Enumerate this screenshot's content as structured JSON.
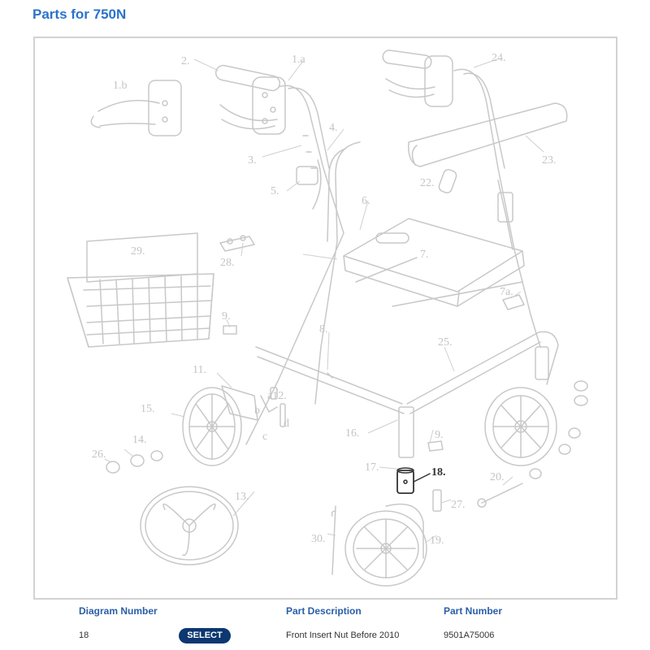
{
  "page": {
    "title": "Parts for 750N"
  },
  "diagram": {
    "labels": {
      "p1a": "1.a",
      "p1b": "1.b",
      "p2": "2.",
      "p24": "24.",
      "p3": "3.",
      "p4": "4.",
      "p5": "5.",
      "p22": "22.",
      "p23": "23.",
      "p6": "6.",
      "p7": "7.",
      "p29": "29.",
      "p28": "28.",
      "p7a": "7a.",
      "p9a": "9.",
      "p8": "8.",
      "p25": "25.",
      "p11": "11.",
      "p11a": "a12.",
      "p11b": "b",
      "p11d": "d",
      "p11c": "c",
      "p15": "15.",
      "p16": "16.",
      "p9b": "9.",
      "p14": "14.",
      "p26": "26.",
      "p17": "17.",
      "p18": "18.",
      "p20": "20.",
      "p13": "13.",
      "p27": "27.",
      "p30": "30.",
      "p19": "19."
    }
  },
  "table": {
    "headers": {
      "diagram_number": "Diagram Number",
      "part_description": "Part Description",
      "part_number": "Part Number"
    },
    "row": {
      "diagram_number": "18",
      "action_label": "SELECT",
      "part_description": "Front Insert Nut Before 2010",
      "part_number": "9501A75006"
    }
  },
  "colors": {
    "title": "#2a73c9",
    "header": "#2a5ea8",
    "button": "#0c3770",
    "line_art": "#c8c8c8"
  }
}
